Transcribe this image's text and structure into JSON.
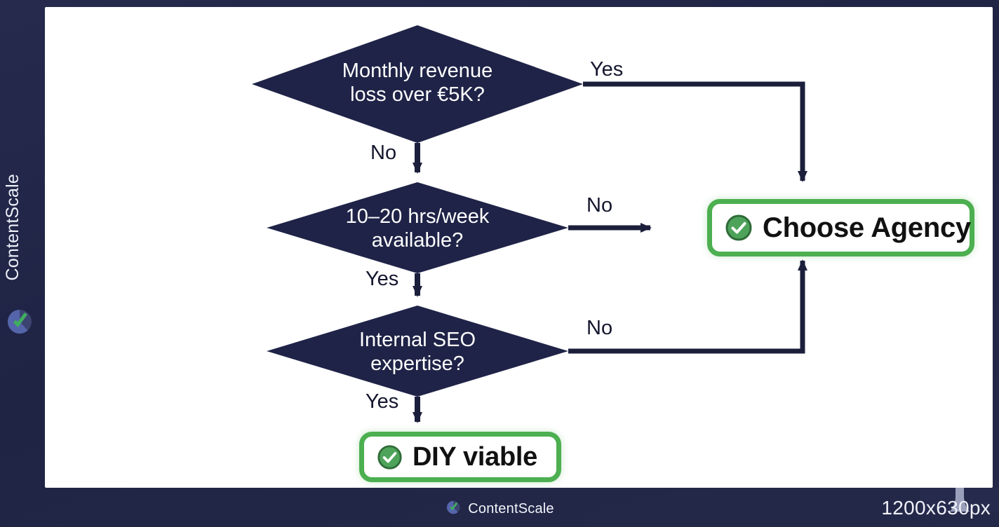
{
  "brand": {
    "rail_label": "ContentScale",
    "rail_logo_icon": "contentscale-logo-icon",
    "footer_label": "ContentScale",
    "footer_logo_icon": "contentscale-logo-icon",
    "dimensions_label": "1200x630px"
  },
  "colors": {
    "background": "#262a4d",
    "canvas": "#ffffff",
    "node_fill": "#1f2347",
    "node_text": "#ffffff",
    "connector": "#1b1f3b",
    "accent_green": "#4caf50",
    "accent_green_dark": "#3c9142",
    "label_text": "#14172e",
    "notch": "#9aa0bb"
  },
  "chart_data": {
    "type": "diagram",
    "diagram_kind": "decision-flowchart",
    "title": "",
    "nodes": [
      {
        "id": "q1",
        "shape": "diamond",
        "text": "Monthly revenue\nloss over €5K?"
      },
      {
        "id": "q2",
        "shape": "diamond",
        "text": "10–20 hrs/week\navailable?"
      },
      {
        "id": "q3",
        "shape": "diamond",
        "text": "Internal SEO\nexpertise?"
      },
      {
        "id": "agency",
        "shape": "rounded-rect",
        "text": "Choose Agency",
        "icon": "check-circle-icon",
        "style": "outcome-green"
      },
      {
        "id": "diy",
        "shape": "rounded-rect",
        "text": "DIY viable",
        "icon": "check-circle-icon",
        "style": "outcome-green"
      }
    ],
    "edges": [
      {
        "from": "q1",
        "to": "agency",
        "label": "Yes",
        "route": "right-then-down"
      },
      {
        "from": "q1",
        "to": "q2",
        "label": "No",
        "route": "down"
      },
      {
        "from": "q2",
        "to": "agency",
        "label": "No",
        "route": "right"
      },
      {
        "from": "q2",
        "to": "q3",
        "label": "Yes",
        "route": "down"
      },
      {
        "from": "q3",
        "to": "agency",
        "label": "No",
        "route": "right-then-up"
      },
      {
        "from": "q3",
        "to": "diy",
        "label": "Yes",
        "route": "down"
      }
    ]
  },
  "nodes": {
    "q1_text": "Monthly revenue\nloss over €5K?",
    "q2_text": "10–20 hrs/week\navailable?",
    "q3_text": "Internal SEO\nexpertise?",
    "agency_text": "Choose Agency",
    "diy_text": "DIY viable"
  },
  "edge_labels": {
    "q1_yes": "Yes",
    "q1_no": "No",
    "q2_no": "No",
    "q2_yes": "Yes",
    "q3_no": "No",
    "q3_yes": "Yes"
  }
}
